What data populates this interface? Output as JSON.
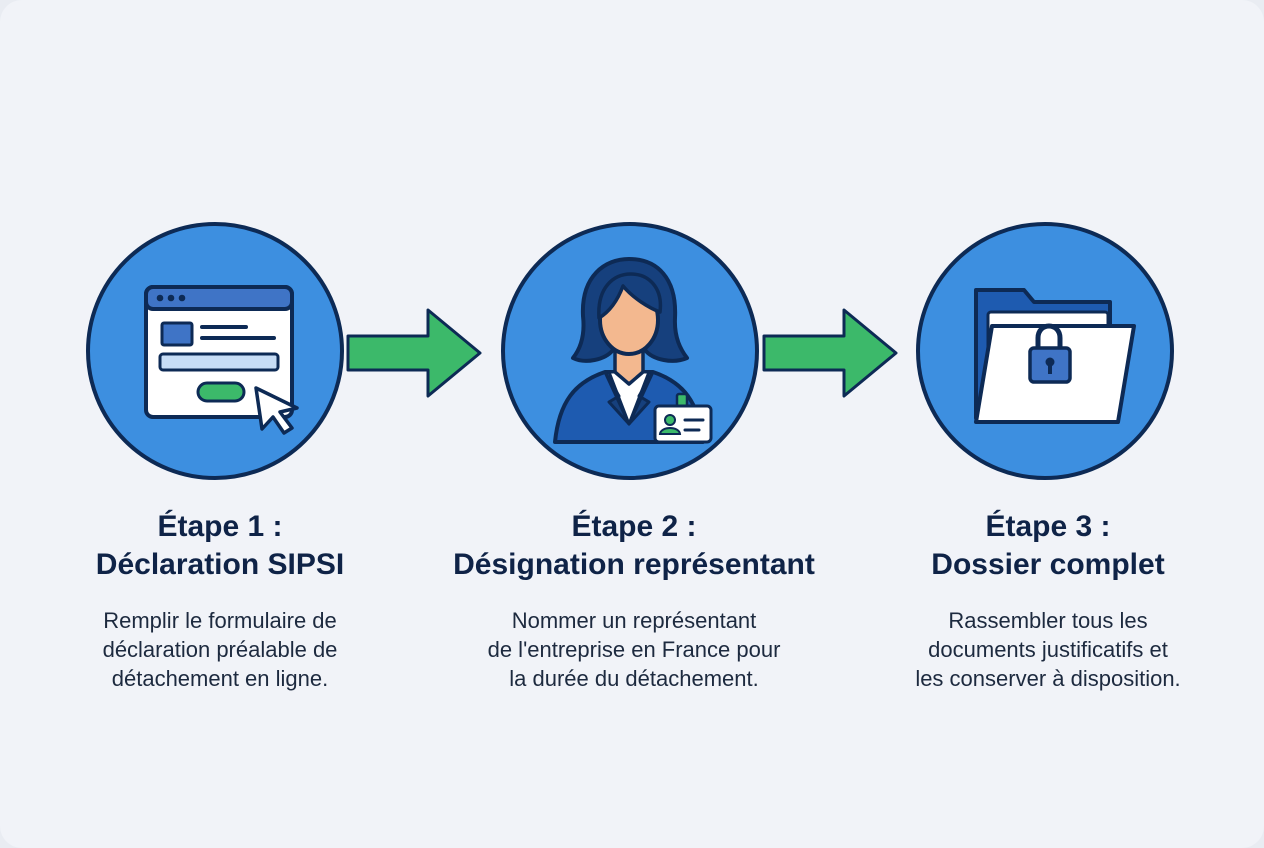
{
  "steps": [
    {
      "title_line1": "Étape 1 :",
      "title_line2": "Déclaration SIPSI",
      "desc_lines": [
        "Remplir le formulaire de",
        "déclaration préalable de",
        "détachement en ligne."
      ],
      "icon": "browser-form-icon"
    },
    {
      "title_line1": "Étape 2 :",
      "title_line2": "Désignation représentant",
      "desc_lines": [
        "Nommer un représentant",
        "de l'entreprise en France pour",
        "la durée du détachement."
      ],
      "icon": "representative-person-icon"
    },
    {
      "title_line1": "Étape 3 :",
      "title_line2": "Dossier complet",
      "desc_lines": [
        "Rassembler tous les",
        "documents justificatifs et",
        "les conserver à disposition."
      ],
      "icon": "locked-folder-icon"
    }
  ],
  "colors": {
    "circle_fill": "#3d8fe0",
    "circle_outline": "#0d2a55",
    "arrow_green": "#3cb96a",
    "title_text": "#0f2347",
    "background": "#f1f3f8"
  }
}
